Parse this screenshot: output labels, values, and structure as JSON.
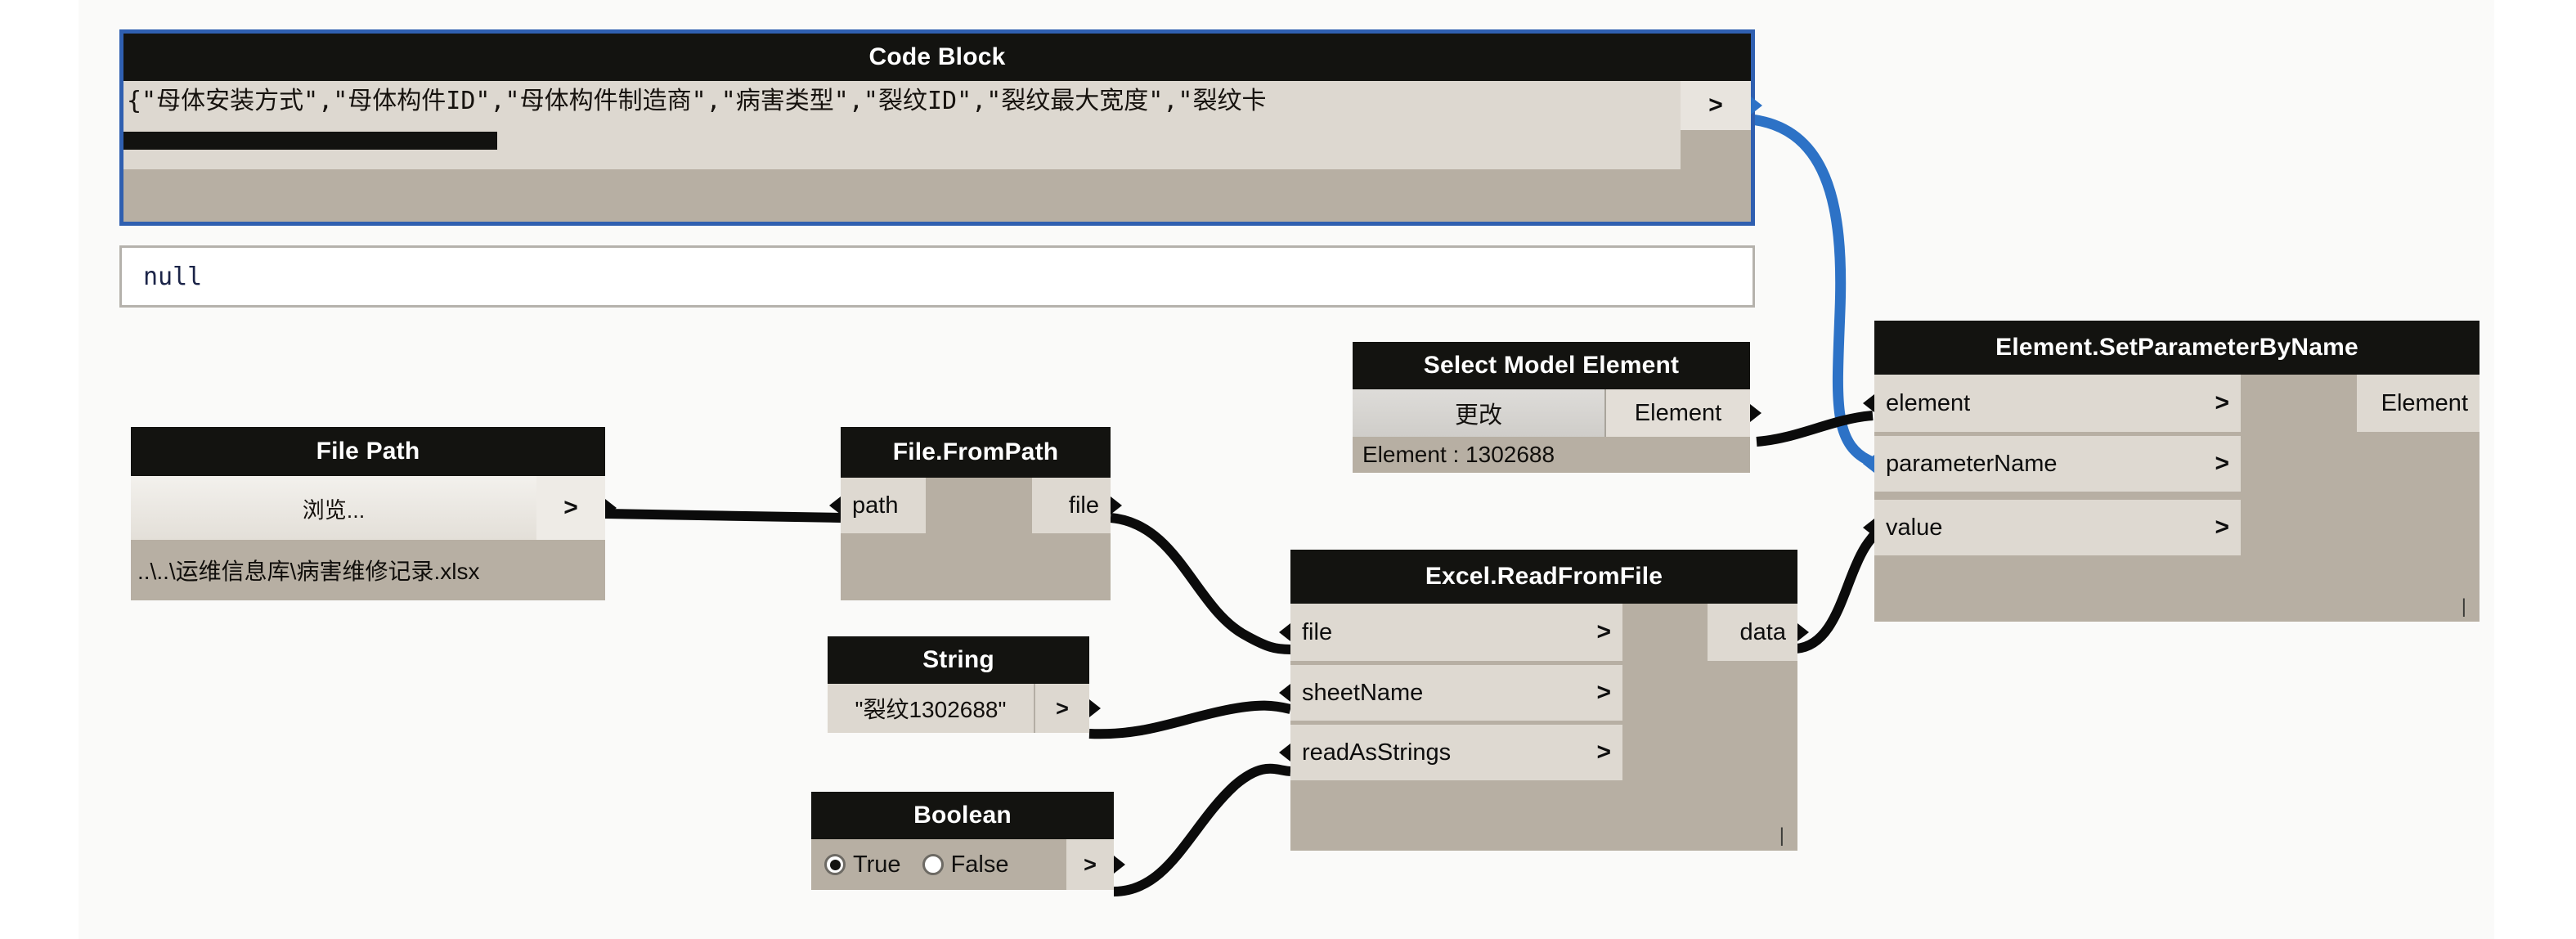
{
  "canvas": {
    "background": "#fafaf9",
    "wire_color": "#0b0b0b",
    "wire_color_selected": "#2d72c6",
    "node_header_bg": "#131310",
    "node_body_bg": "#b7afa3",
    "port_bg": "#ded9d1",
    "selection_border": "#2f5fb0"
  },
  "nodes": {
    "code_block": {
      "title": "Code Block",
      "code": "{\"母体安装方式\",\"母体构件ID\",\"母体构件制造商\",\"病害类型\",\"裂纹ID\",\"裂纹最大宽度\",\"裂纹卡",
      "out_port_chevron": ">",
      "selected": true,
      "scroll_thumb_pct": 24
    },
    "preview_bubble": {
      "value": "null"
    },
    "file_path": {
      "title": "File Path",
      "browse_label": "浏览...",
      "out_port_chevron": ">",
      "path_value": "..\\..\\运维信息库\\病害维修记录.xlsx"
    },
    "file_from_path": {
      "title": "File.FromPath",
      "inputs": [
        {
          "label": "path"
        }
      ],
      "outputs": [
        {
          "label": "file"
        }
      ]
    },
    "select_model_element": {
      "title": "Select Model Element",
      "button_label": "更改",
      "output_label": "Element",
      "footer_text": "Element : 1302688"
    },
    "string_node": {
      "title": "String",
      "value": "\"裂纹1302688\"",
      "out_port_chevron": ">"
    },
    "boolean_node": {
      "title": "Boolean",
      "options": [
        {
          "label": "True",
          "checked": true
        },
        {
          "label": "False",
          "checked": false
        }
      ],
      "out_port_chevron": ">"
    },
    "excel_read_from_file": {
      "title": "Excel.ReadFromFile",
      "inputs": [
        {
          "label": "file",
          "chevron": ">"
        },
        {
          "label": "sheetName",
          "chevron": ">"
        },
        {
          "label": "readAsStrings",
          "chevron": ">"
        }
      ],
      "outputs": [
        {
          "label": "data"
        }
      ],
      "lacing_mark": "|"
    },
    "element_set_parameter_by_name": {
      "title": "Element.SetParameterByName",
      "inputs": [
        {
          "label": "element",
          "chevron": ">"
        },
        {
          "label": "parameterName",
          "chevron": ">"
        },
        {
          "label": "value",
          "chevron": ">"
        }
      ],
      "outputs": [
        {
          "label": "Element"
        }
      ],
      "lacing_mark": "|"
    }
  }
}
